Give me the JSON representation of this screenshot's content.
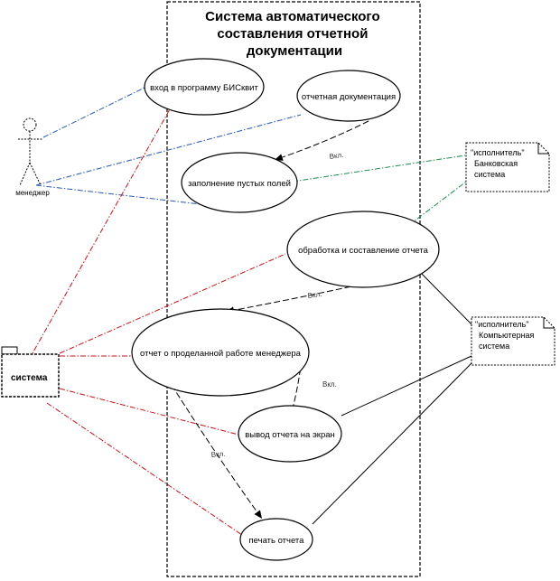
{
  "boundary": {
    "title_lines": [
      "Система автоматического",
      "составления отчетной",
      "документации"
    ]
  },
  "actor": {
    "label": "менеджер"
  },
  "package": {
    "label": "система"
  },
  "use_cases": {
    "login": "вход в программу БИСквит",
    "docs": "отчетная документация",
    "fill": "заполнение пустых полей",
    "process": "обработка и составление отчета",
    "report": "отчет о проделанной работе менеджера",
    "display": "вывод отчета на экран",
    "print": "печать отчета"
  },
  "notes": {
    "bank": [
      "\"исполнитель\"",
      "Банковская",
      "система"
    ],
    "computer": [
      "\"исполнитель\"",
      "Компьютерная",
      "система"
    ]
  },
  "relation_tags": {
    "t1": "Вкл.",
    "t2": "Вкл.",
    "t3": "Вкл.",
    "t4": "Вкл."
  },
  "colors": {
    "actor_link": "#2a5aa8",
    "system_link": "#c0141c",
    "bank_link": "#1f8a4c",
    "include": "#000000"
  }
}
